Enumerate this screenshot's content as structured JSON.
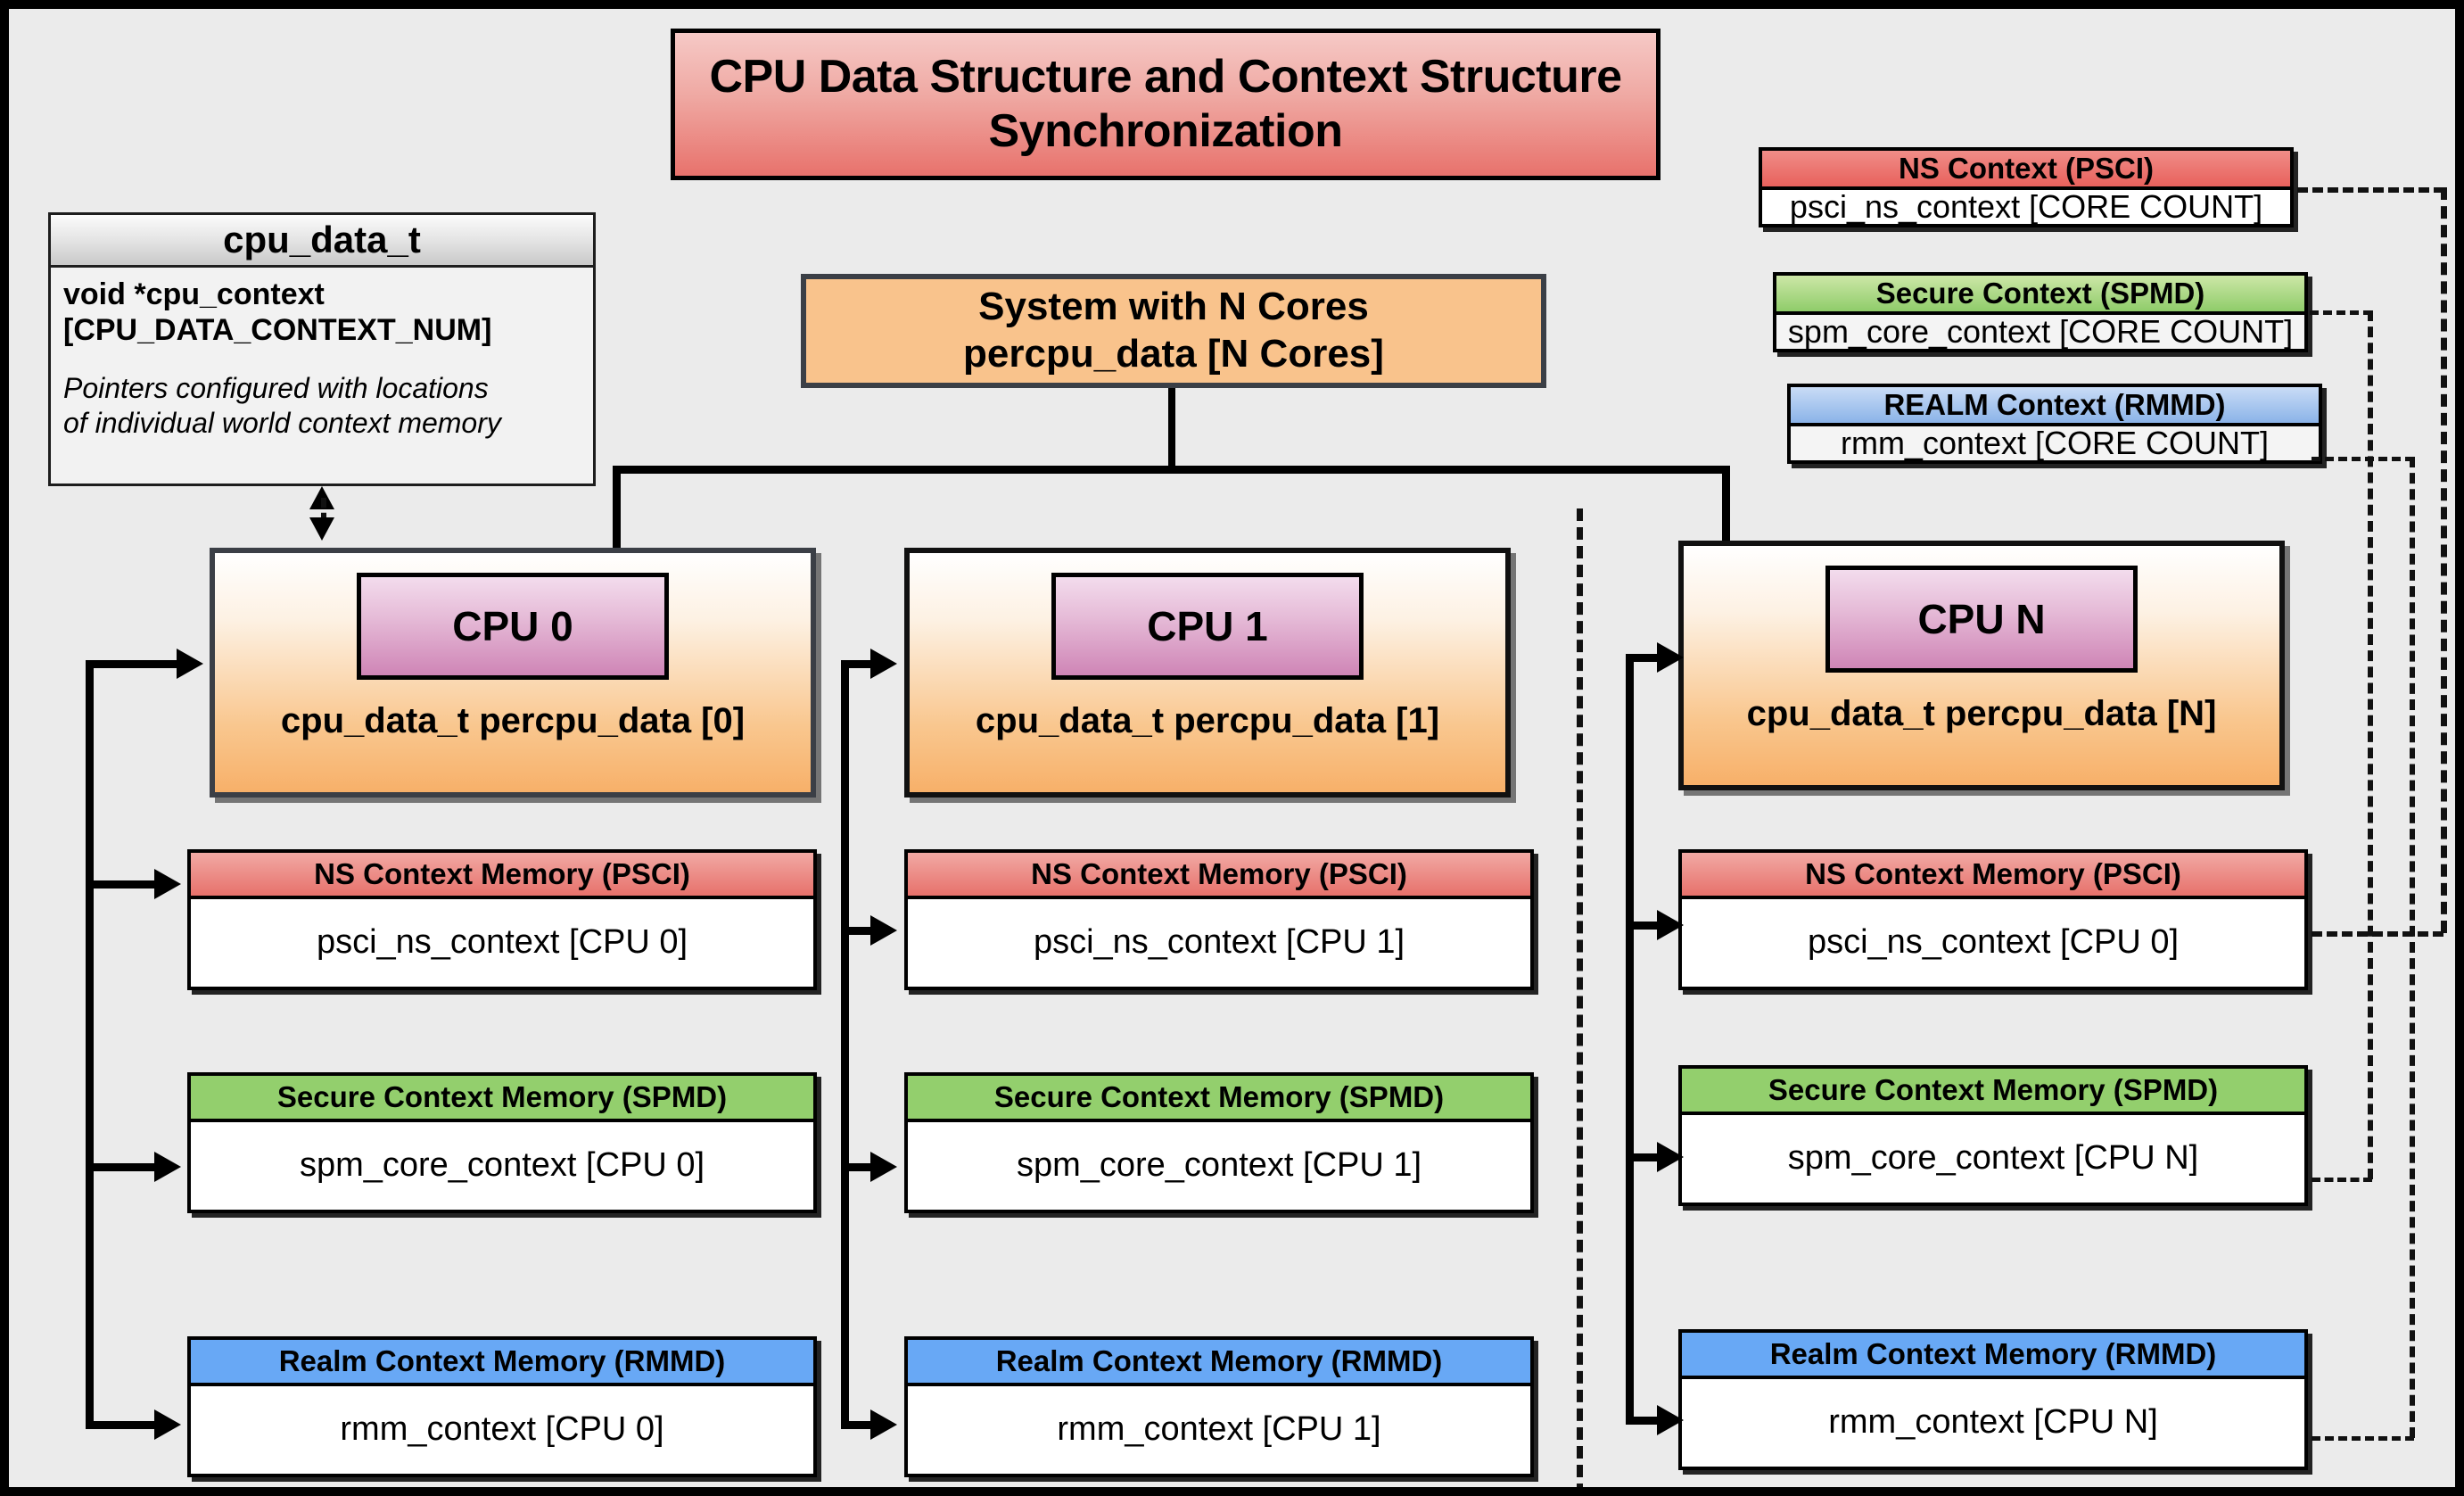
{
  "title": "CPU Data Structure and Context Structure Synchronization",
  "struct": {
    "name": "cpu_data_t",
    "field_line1": "void  *cpu_context",
    "field_line2": "[CPU_DATA_CONTEXT_NUM]",
    "note_line1": "Pointers configured with locations",
    "note_line2": "of individual world context memory"
  },
  "system": {
    "line1": "System with N Cores",
    "line2": "percpu_data [N Cores]"
  },
  "global_contexts": [
    {
      "header": "NS Context  (PSCI)",
      "body": "psci_ns_context [CORE COUNT]",
      "color": "#e8615c"
    },
    {
      "header": "Secure Context (SPMD)",
      "body": "spm_core_context [CORE COUNT]",
      "color": "#8fcc6a"
    },
    {
      "header": "REALM Context (RMMD)",
      "body": "rmm_context [CORE COUNT]",
      "color": "#8bb3e8"
    }
  ],
  "cpus": [
    {
      "label": "CPU 0",
      "sub": "cpu_data_t percpu_data [0]",
      "memories": [
        {
          "header": "NS Context Memory (PSCI)",
          "body": "psci_ns_context [CPU 0]"
        },
        {
          "header": "Secure Context Memory (SPMD)",
          "body": "spm_core_context [CPU 0]"
        },
        {
          "header": "Realm Context Memory (RMMD)",
          "body": "rmm_context [CPU 0]"
        }
      ]
    },
    {
      "label": "CPU 1",
      "sub": "cpu_data_t percpu_data [1]",
      "memories": [
        {
          "header": "NS Context Memory (PSCI)",
          "body": "psci_ns_context [CPU 1]"
        },
        {
          "header": "Secure Context Memory (SPMD)",
          "body": "spm_core_context [CPU 1]"
        },
        {
          "header": "Realm Context Memory (RMMD)",
          "body": "rmm_context [CPU 1]"
        }
      ]
    },
    {
      "label": "CPU N",
      "sub": "cpu_data_t percpu_data [N]",
      "memories": [
        {
          "header": "NS Context Memory (PSCI)",
          "body": "psci_ns_context [CPU 0]"
        },
        {
          "header": "Secure Context Memory (SPMD)",
          "body": "spm_core_context [CPU N]"
        },
        {
          "header": "Realm Context Memory (RMMD)",
          "body": "rmm_context [CPU N]"
        }
      ]
    }
  ],
  "colors": {
    "background": "#ebebeb",
    "title_accent": "#e8726c",
    "ns_accent": "#e7716b",
    "secure_accent": "#93cf6d",
    "realm_accent": "#68a8f5",
    "cpu_panel_accent": "#f7b069",
    "cpu_label_accent": "#cf85b6"
  }
}
